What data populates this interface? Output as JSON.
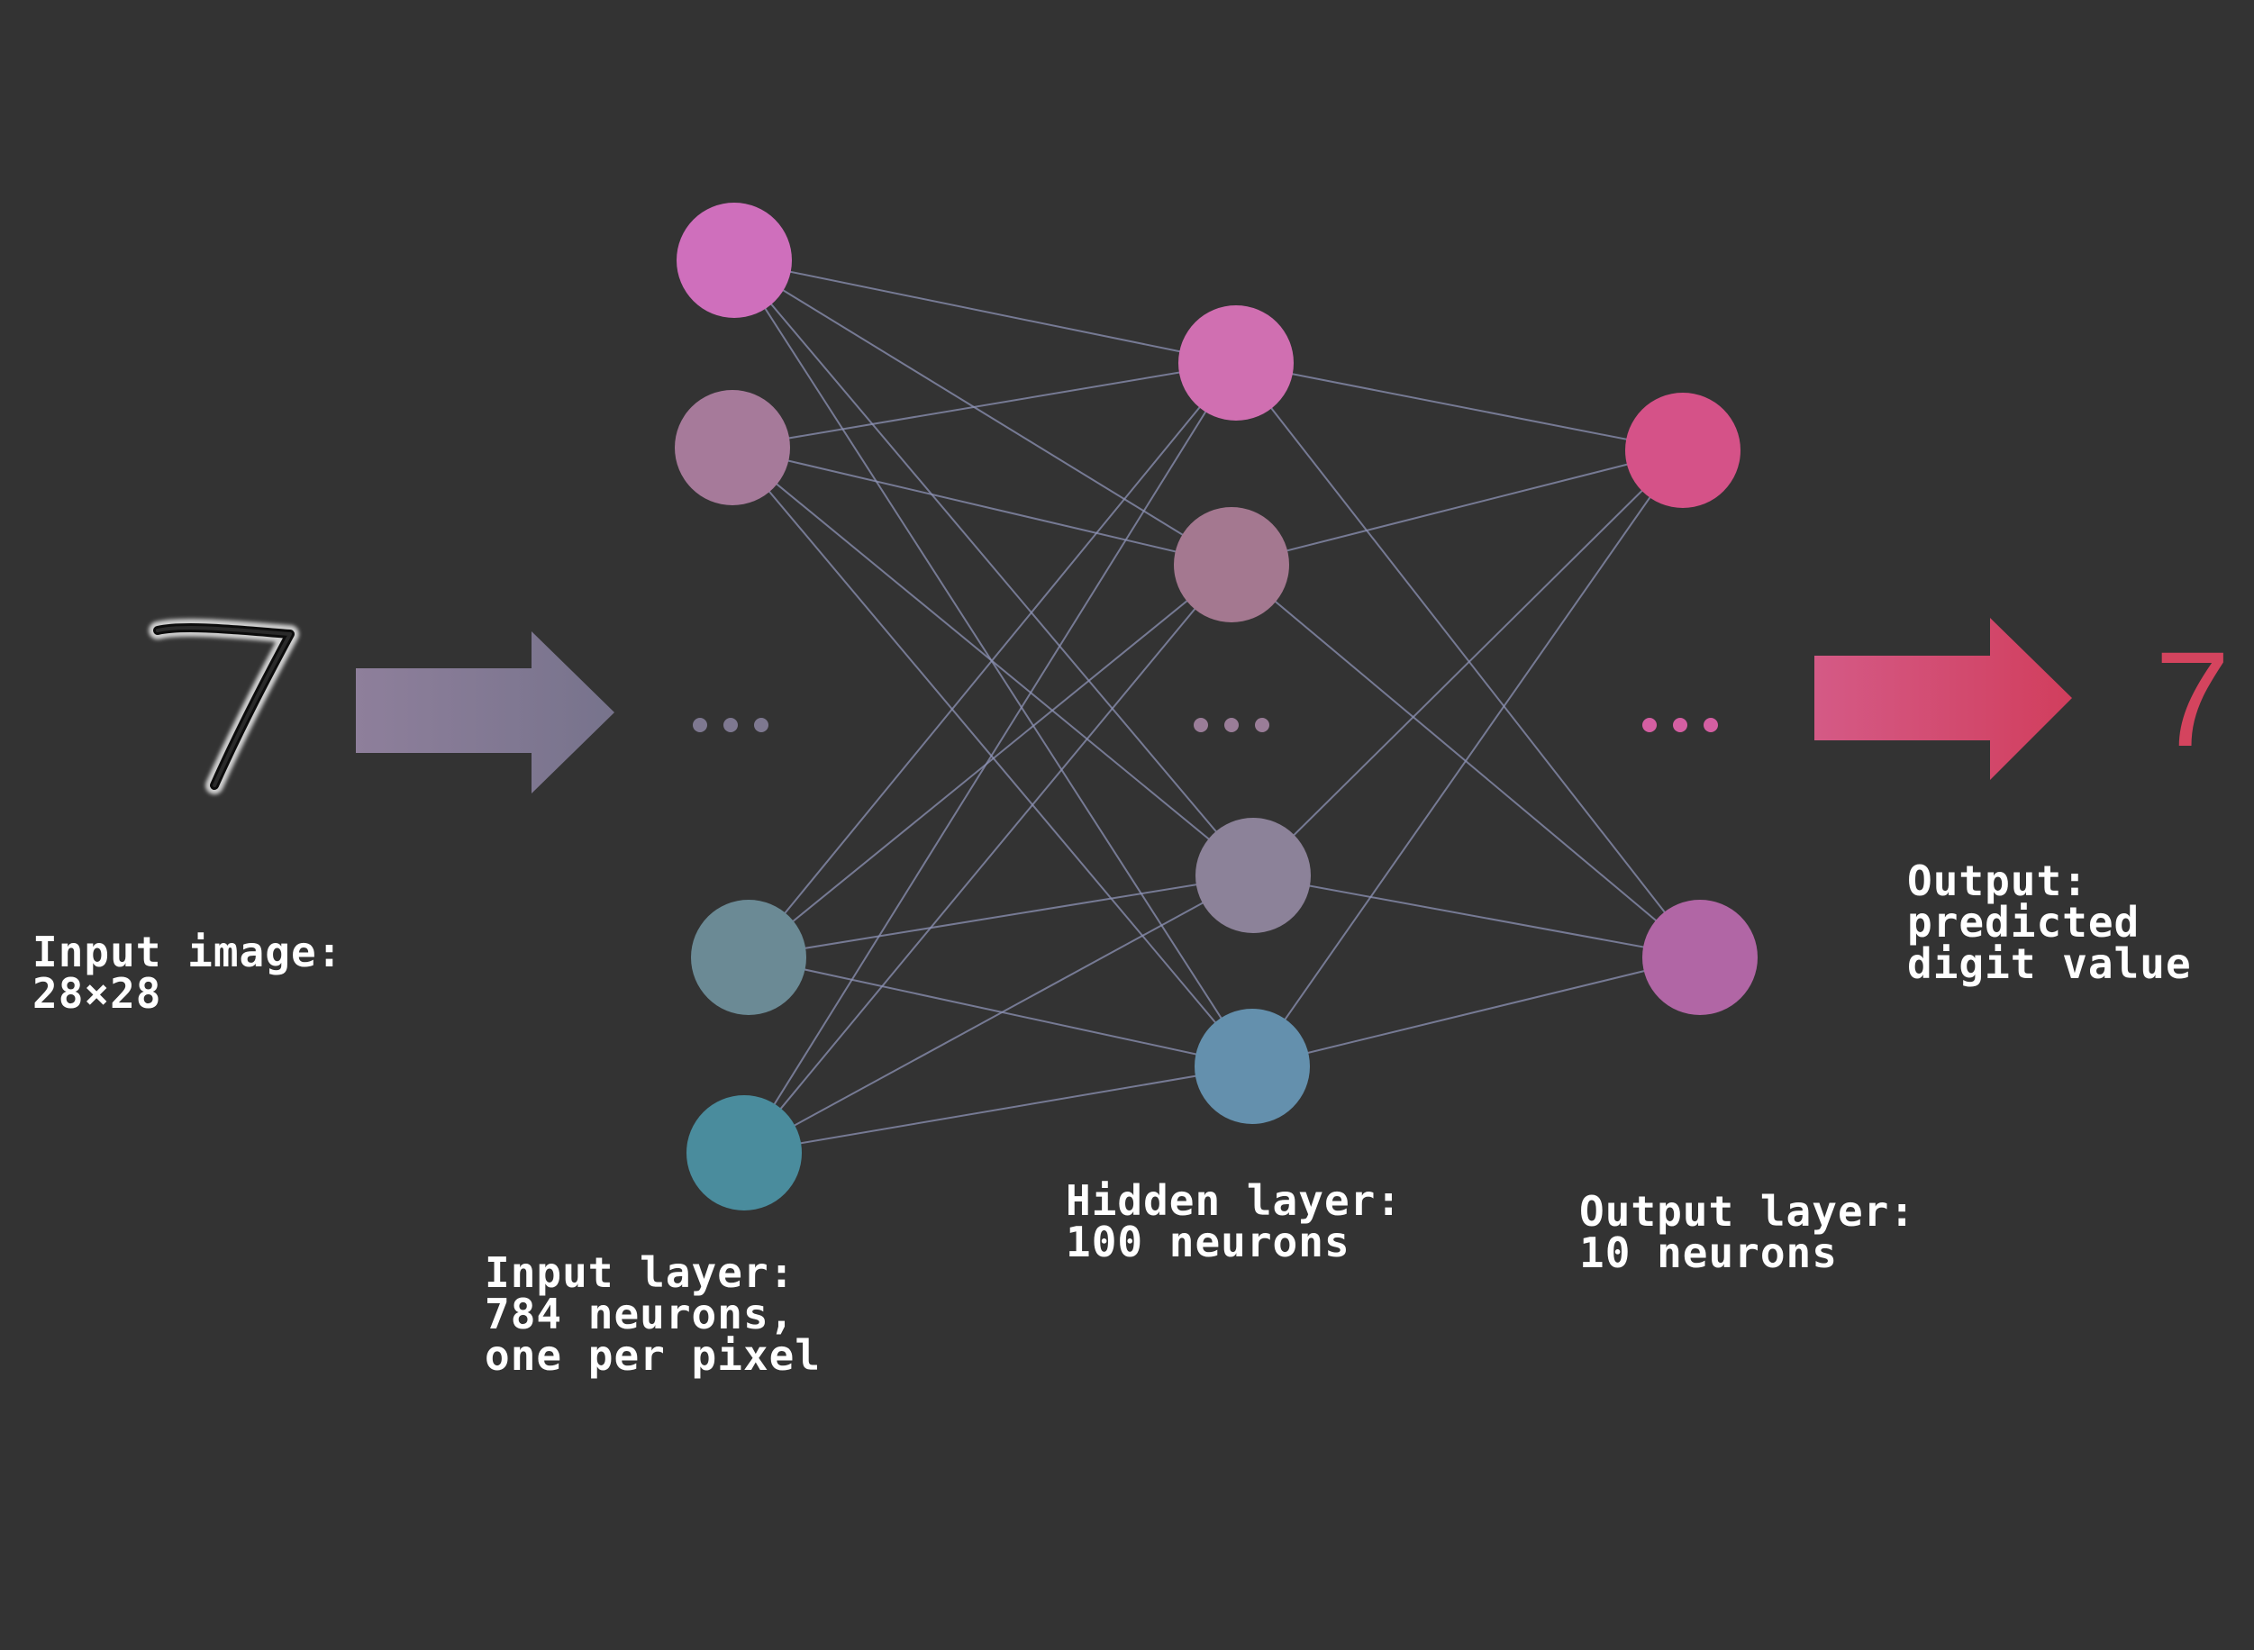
{
  "input_image": {
    "digit": "7",
    "caption": [
      "Input image:",
      "28×28"
    ]
  },
  "input_layer": {
    "caption": [
      "Input layer:",
      "784 neurons,",
      "one per pixel"
    ],
    "neuron_colors": [
      "#cf6fbc",
      "#a67a9a",
      "#6b8a95",
      "#4a8c9d"
    ],
    "ellipsis_color": "#7e7890"
  },
  "hidden_layer": {
    "caption": [
      "Hidden layer:",
      "100 neurons"
    ],
    "neuron_colors": [
      "#d06fb1",
      "#a47890",
      "#8c8299",
      "#6490ad"
    ],
    "ellipsis_color": "#9a7d98"
  },
  "output_layer": {
    "caption": [
      "Output layer:",
      "10 neurons"
    ],
    "neuron_colors": [
      "#d55288",
      "#b166a5"
    ],
    "ellipsis_color": "#d45fa2"
  },
  "output": {
    "digit": "7",
    "digit_color": "#d4445e",
    "caption": [
      "Output:",
      "predicted",
      "digit value"
    ]
  },
  "colors": {
    "background": "#333333",
    "connection": "#8d93b5",
    "input_arrow": [
      "#8e7f9b",
      "#77738c"
    ],
    "output_arrow": [
      "#d45a86",
      "#d13e5d"
    ]
  },
  "icons": {
    "input_arrow": "right-arrow-icon",
    "output_arrow": "right-arrow-icon",
    "ellipsis": "ellipsis-icon"
  }
}
